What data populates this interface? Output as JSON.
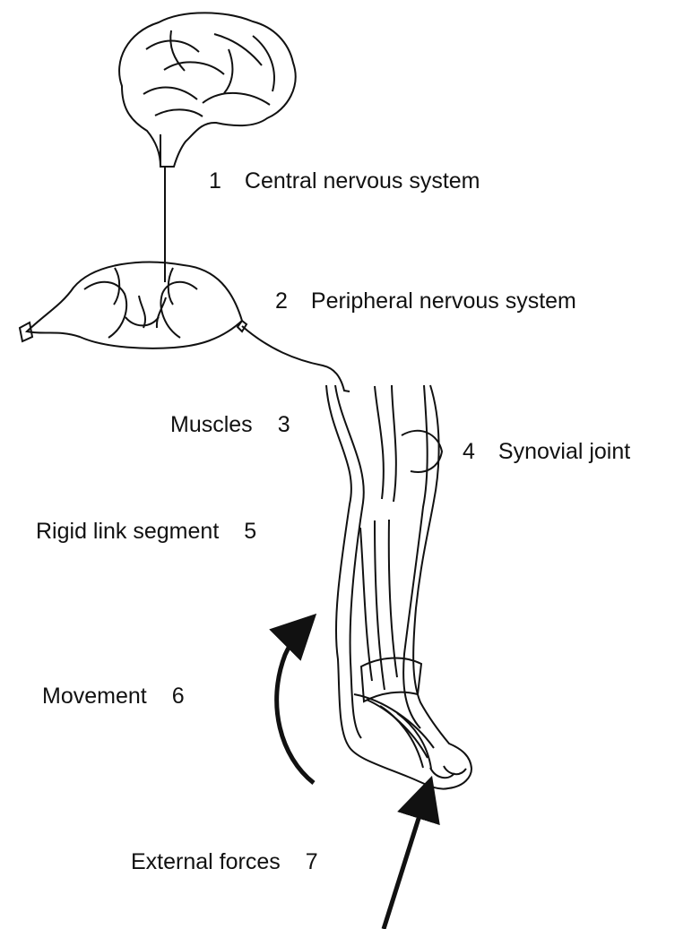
{
  "labels": [
    {
      "id": "cns",
      "number": "1",
      "text": "Central nervous system"
    },
    {
      "id": "pns",
      "number": "2",
      "text": "Peripheral nervous system"
    },
    {
      "id": "muscles",
      "number": "3",
      "text": "Muscles"
    },
    {
      "id": "joint",
      "number": "4",
      "text": "Synovial joint"
    },
    {
      "id": "rigid",
      "number": "5",
      "text": "Rigid link segment"
    },
    {
      "id": "movement",
      "number": "6",
      "text": "Movement"
    },
    {
      "id": "external",
      "number": "7",
      "text": "External forces"
    }
  ],
  "colors": {
    "line": "#111111",
    "background": "#ffffff"
  }
}
